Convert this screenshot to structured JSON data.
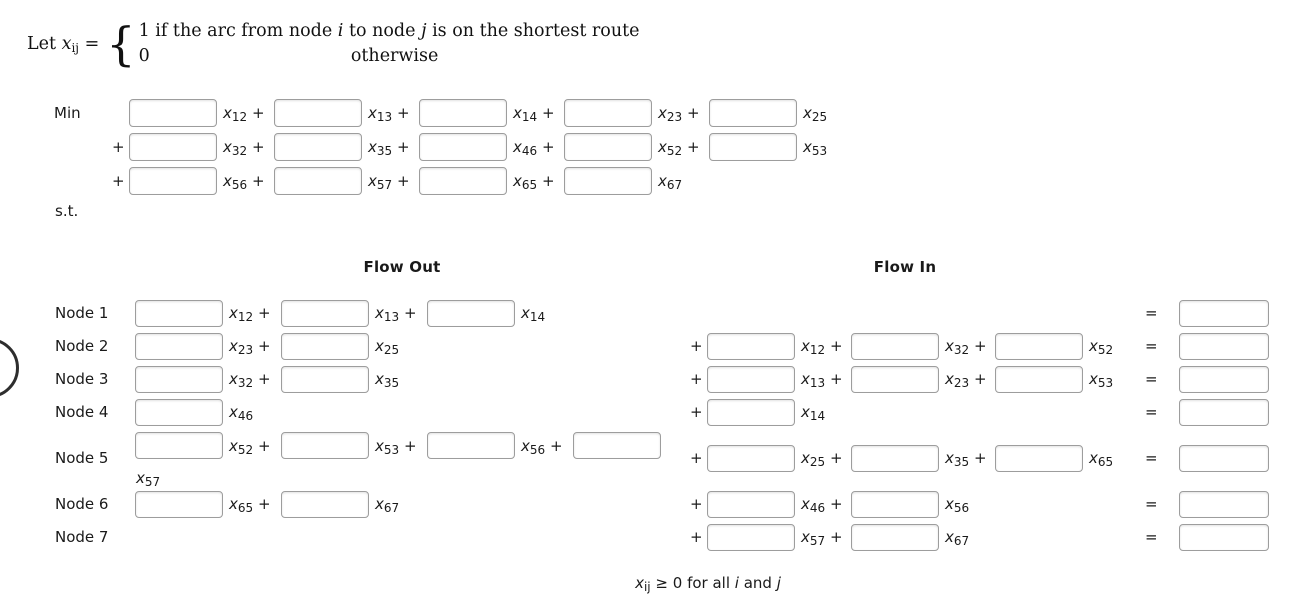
{
  "definition": {
    "lead": "Let",
    "variable": "x",
    "variable_sub": "ij",
    "equals": "=",
    "case1": {
      "value": "1",
      "pre": "if the arc from node",
      "i": "i",
      "mid": "to node",
      "j": "j",
      "post": "is on the shortest route"
    },
    "case2": {
      "value": "0",
      "label": "otherwise"
    }
  },
  "symbols": {
    "plus": "+",
    "equals": "=",
    "variable": "x"
  },
  "objective": {
    "label": "Min",
    "rows": [
      {
        "lead": "",
        "terms": [
          {
            "sub": "12"
          },
          {
            "sub": "13"
          },
          {
            "sub": "14"
          },
          {
            "sub": "23"
          },
          {
            "sub": "25"
          }
        ]
      },
      {
        "lead": "+",
        "terms": [
          {
            "sub": "32"
          },
          {
            "sub": "35"
          },
          {
            "sub": "46"
          },
          {
            "sub": "52"
          },
          {
            "sub": "53"
          }
        ]
      },
      {
        "lead": "+",
        "terms": [
          {
            "sub": "56"
          },
          {
            "sub": "57"
          },
          {
            "sub": "65"
          },
          {
            "sub": "67"
          }
        ]
      }
    ]
  },
  "subject_to_label": "s.t.",
  "headers": {
    "flow_out": "Flow Out",
    "flow_in": "Flow In"
  },
  "constraints": {
    "nodes": [
      {
        "label": "Node 1",
        "out": [
          "12",
          "13",
          "14"
        ],
        "in": []
      },
      {
        "label": "Node 2",
        "out": [
          "23",
          "25"
        ],
        "in": [
          "12",
          "32",
          "52"
        ]
      },
      {
        "label": "Node 3",
        "out": [
          "32",
          "35"
        ],
        "in": [
          "13",
          "23",
          "53"
        ]
      },
      {
        "label": "Node 4",
        "out": [
          "46"
        ],
        "in": [
          "14"
        ]
      },
      {
        "label": "Node 5",
        "out": [
          "52",
          "53",
          "56",
          "57"
        ],
        "in": [
          "25",
          "35",
          "65"
        ],
        "out_wrap_last": true
      },
      {
        "label": "Node 6",
        "out": [
          "65",
          "67"
        ],
        "in": [
          "46",
          "56"
        ]
      },
      {
        "label": "Node 7",
        "out": [],
        "in": [
          "57",
          "67"
        ]
      }
    ]
  },
  "footer": {
    "variable": "x",
    "variable_sub": "ij",
    "relation": "≥ 0 for all",
    "i": "i",
    "conj": "and",
    "j": "j"
  },
  "inputs": {
    "value": ""
  }
}
